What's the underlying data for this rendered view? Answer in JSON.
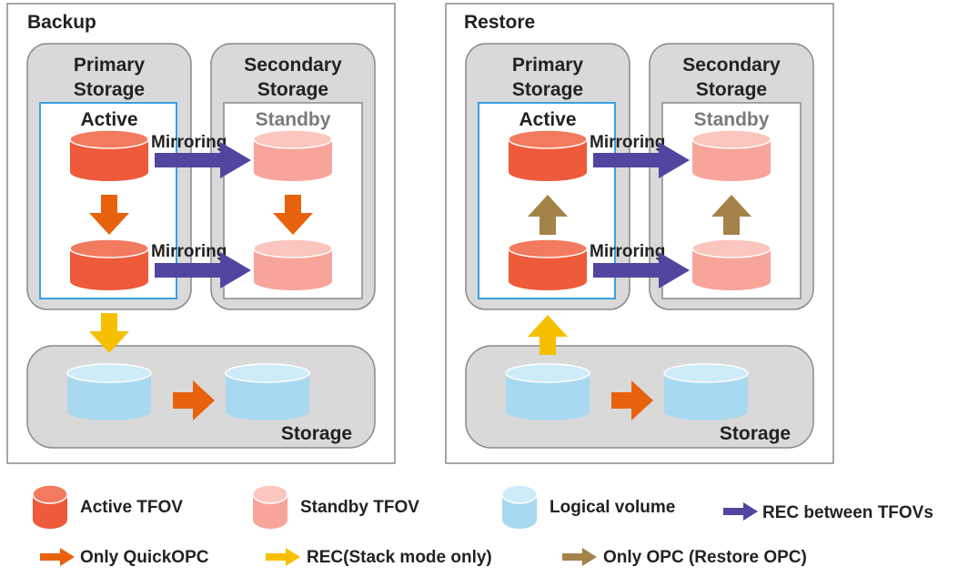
{
  "colors": {
    "active_tfov": "#ee5a3a",
    "active_tfov_top": "#f27a5e",
    "standby_tfov": "#f7a59a",
    "standby_tfov_top": "#fbc6bd",
    "logical_volume": "#a9d9f0",
    "logical_volume_top": "#cdebf8",
    "rec_between_tfovs": "#5046a0",
    "only_quickopc": "#e8620e",
    "rec_stack_mode": "#f6c000",
    "only_opc": "#a5824a"
  },
  "panels": [
    {
      "title": "Backup",
      "primary": {
        "label_line1": "Primary",
        "label_line2": "Storage",
        "status": "Active"
      },
      "secondary": {
        "label_line1": "Secondary",
        "label_line2": "Storage",
        "status": "Standby"
      },
      "mirroring_top": "Mirroring",
      "mirroring_bottom": "Mirroring",
      "storage_label": "Storage"
    },
    {
      "title": "Restore",
      "primary": {
        "label_line1": "Primary",
        "label_line2": "Storage",
        "status": "Active"
      },
      "secondary": {
        "label_line1": "Secondary",
        "label_line2": "Storage",
        "status": "Standby"
      },
      "mirroring_top": "Mirroring",
      "mirroring_bottom": "Mirroring",
      "storage_label": "Storage"
    }
  ],
  "legend": {
    "active_tfov": "Active TFOV",
    "standby_tfov": "Standby TFOV",
    "logical_volume": "Logical volume",
    "rec_between_tfovs": "REC between TFOVs",
    "only_quickopc": "Only QuickOPC",
    "rec_stack_mode": "REC(Stack mode only)",
    "only_opc": "Only OPC (Restore OPC)"
  }
}
